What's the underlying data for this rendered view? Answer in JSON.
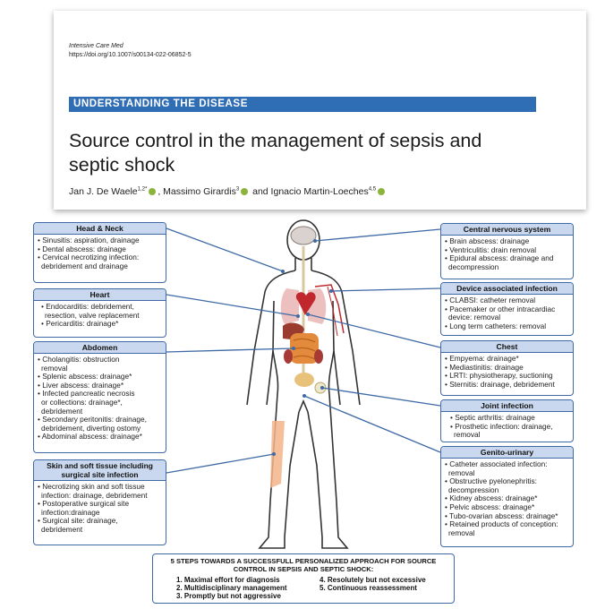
{
  "paper": {
    "journal": "Intensive Care Med",
    "doi": "https://doi.org/10.1007/s00134-022-06852-5",
    "section": "UNDERSTANDING THE DISEASE",
    "title": "Source control in the management of sepsis and septic shock",
    "authors": {
      "a1": "Jan J. De Waele",
      "a1_sup": "1,2*",
      "a2": ", Massimo Girardis",
      "a2_sup": "3",
      "a3": " and Ignacio Martin-Loeches",
      "a3_sup": "4,5"
    }
  },
  "boxes": {
    "head_neck": {
      "title": "Head & Neck",
      "items": [
        "• Sinusitis: aspiration, drainage",
        "• Dental abscess: drainage",
        "• Cervical necrotizing infection:",
        "  debridement and drainage"
      ]
    },
    "heart": {
      "title": "Heart",
      "items": [
        "• Endocarditis: debridement,",
        "  resection, valve replacement",
        "• Pericarditis: drainage*"
      ]
    },
    "abdomen": {
      "title": "Abdomen",
      "items": [
        "• Cholangitis: obstruction",
        "  removal",
        "• Splenic abscess: drainage*",
        "• Liver abscess: drainage*",
        "• Infected pancreatic necrosis",
        "  or collections: drainage*,",
        "  debridement",
        "• Secondary peritonitis: drainage,",
        "  debridement, diverting ostomy",
        "• Abdominal abscess: drainage*"
      ]
    },
    "skin": {
      "title": "Skin and soft tissue including surgical site infection",
      "items": [
        "• Necrotizing skin and soft tissue",
        "  infection: drainage, debridement",
        "• Postoperative surgical site",
        "  infection:drainage",
        "• Surgical site: drainage,",
        "  debridement"
      ]
    },
    "cns": {
      "title": "Central nervous system",
      "items": [
        "• Brain abscess: drainage",
        "• Ventriculitis: drain removal",
        "• Epidural abscess: drainage and",
        "  decompression"
      ]
    },
    "device": {
      "title": "Device associated infection",
      "items": [
        "• CLABSI: catheter removal",
        "• Pacemaker or other intracardiac",
        "  device: removal",
        "• Long term catheters: removal"
      ]
    },
    "chest": {
      "title": "Chest",
      "items": [
        "• Empyema: drainage*",
        "• Mediastinitis: drainage",
        "• LRTI: physiotherapy, suctioning",
        "• Sternitis: drainage, debridement"
      ]
    },
    "joint": {
      "title": "Joint infection",
      "items": [
        "• Septic arthritis: drainage",
        "• Prosthetic infection: drainage,",
        "  removal"
      ]
    },
    "genito": {
      "title": "Genito-urinary",
      "items": [
        "• Catheter associated infection:",
        "  removal",
        "• Obstructive pyelonephritis:",
        "  decompression",
        "• Kidney abscess: drainage*",
        "• Pelvic abscess: drainage*",
        "• Tubo-ovarian abscess: drainage*",
        "• Retained products of conception:",
        "  removal"
      ]
    }
  },
  "steps": {
    "title_line1": "5 STEPS TOWARDS A SUCCESSFULL PERSONALIZED APPROACH FOR SOURCE",
    "title_line2": "CONTROL IN SEPSIS AND SEPTIC SHOCK:",
    "s1": "1. Maximal effort for diagnosis",
    "s2": "2. Multidisciplinary management",
    "s3": "3. Promptly but not aggressive",
    "s4": "4. Resolutely but not excessive",
    "s5": "5. Continuous reassessment"
  },
  "colors": {
    "banner": "#2f6db5",
    "box_border": "#3f6aa6",
    "box_header": "#c9d8ee",
    "orcid": "#8cb43c",
    "body_outline": "#333333",
    "heart_red": "#c0282d",
    "organ_orange": "#e38a3c"
  },
  "icons": [
    "orcid-icon",
    "human-body-figure",
    "brain-icon",
    "heart-icon",
    "intestine-icon",
    "kidney-icon",
    "bladder-icon",
    "hip-joint-icon",
    "leg-soft-tissue-icon",
    "catheter-icon"
  ]
}
